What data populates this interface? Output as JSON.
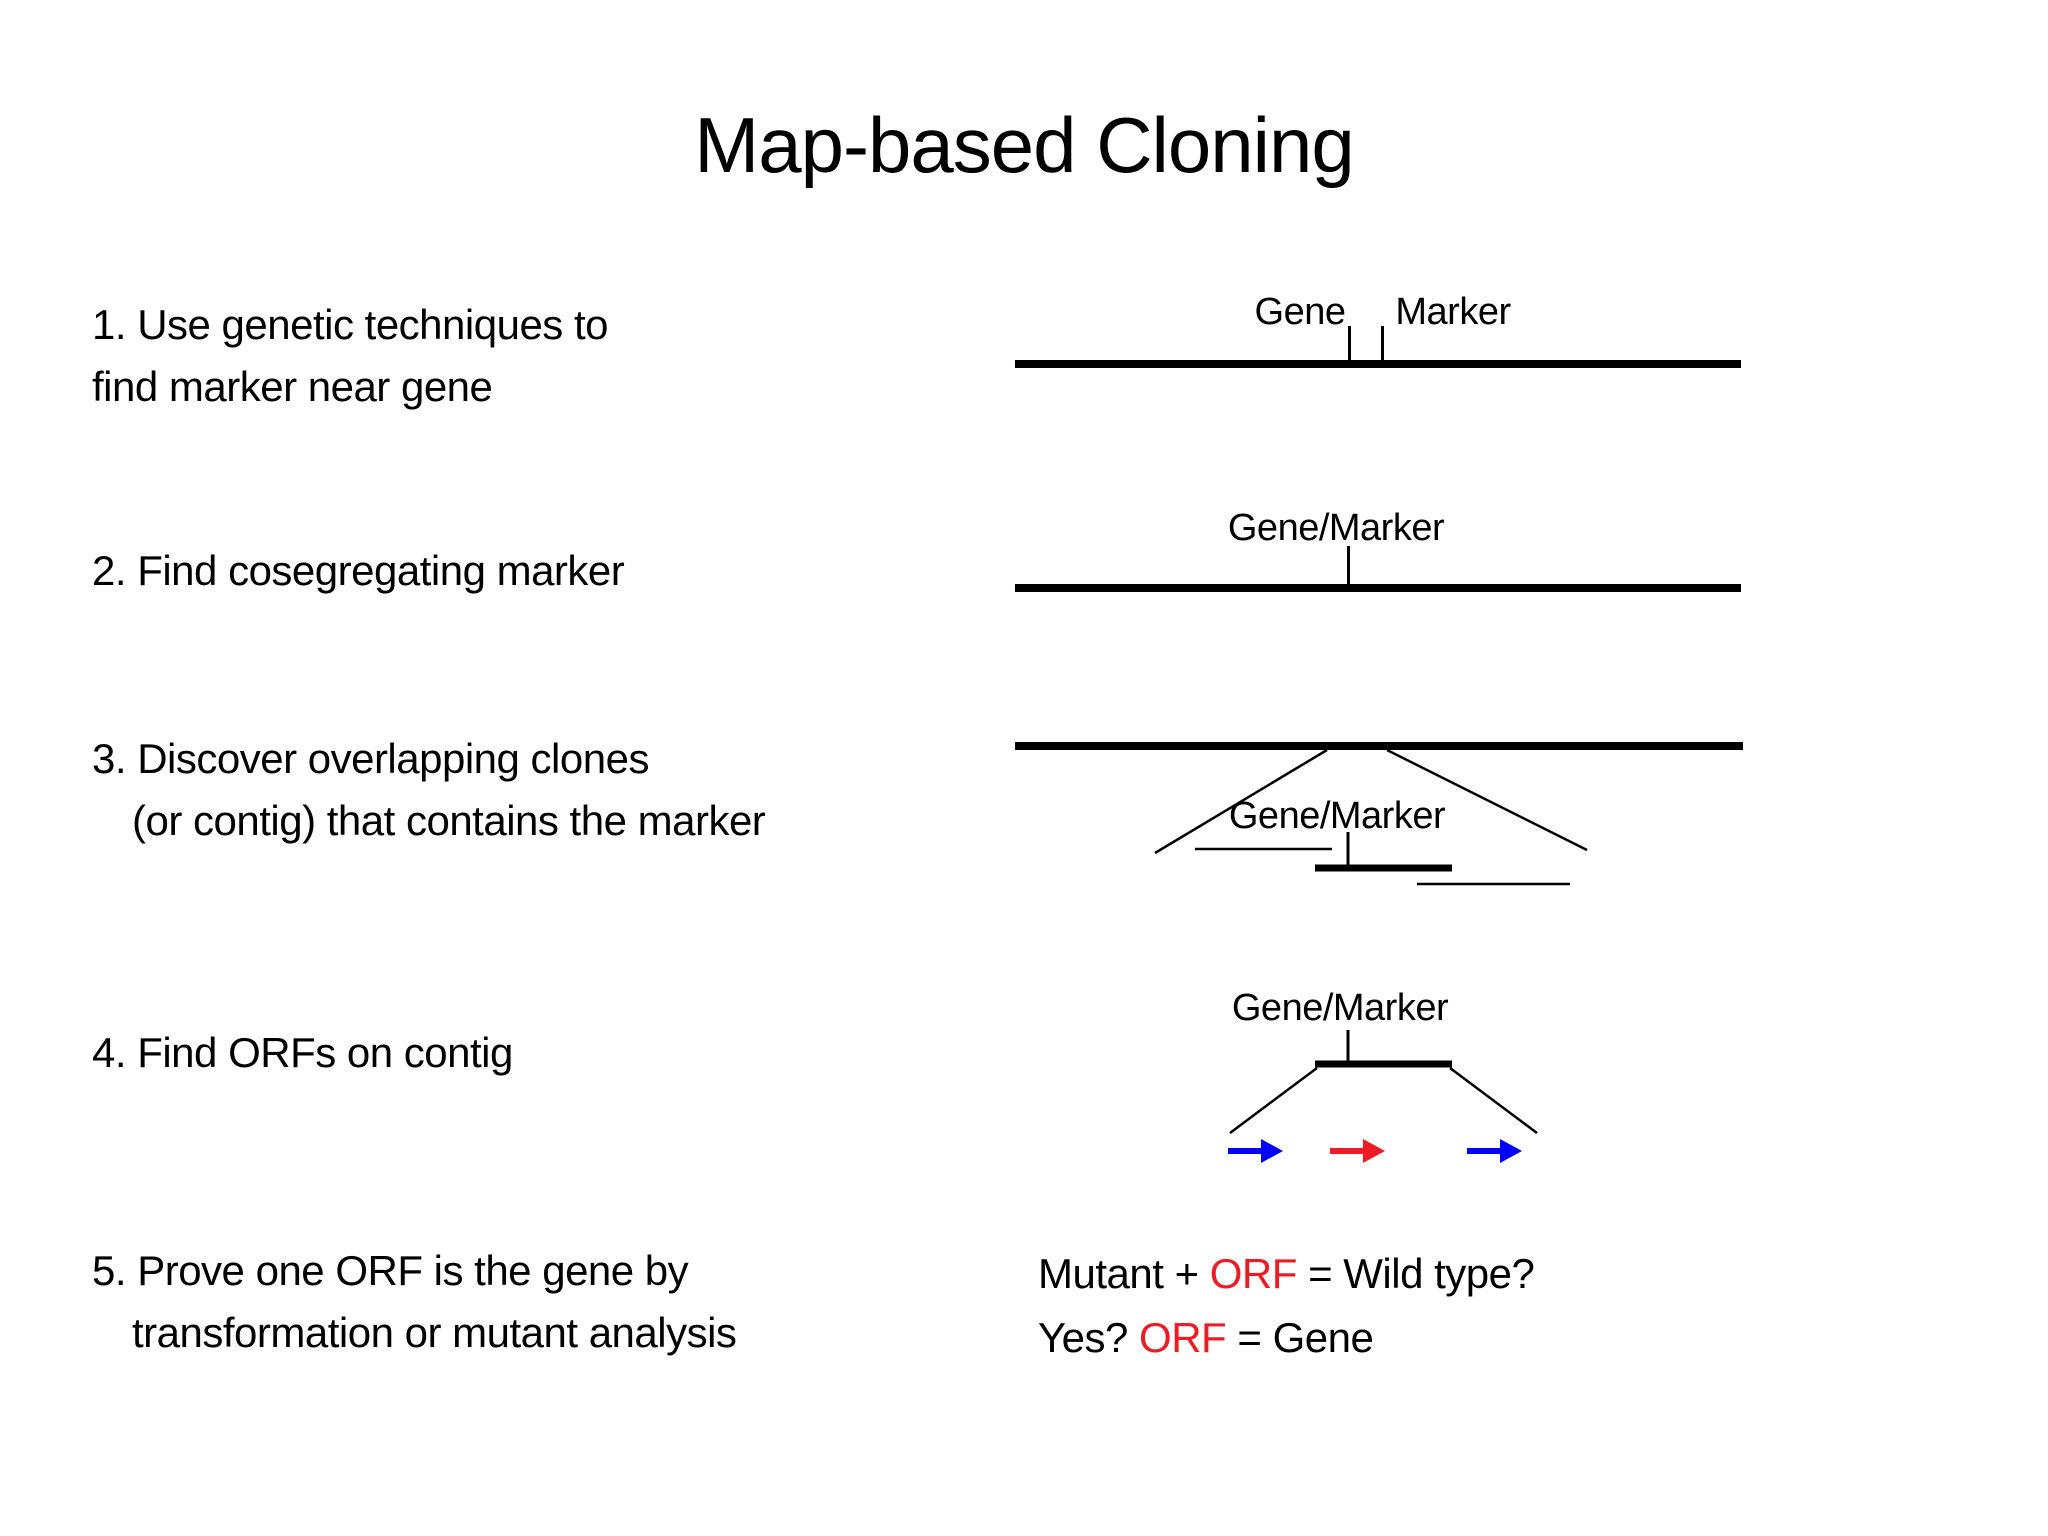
{
  "slide": {
    "title": "Map-based Cloning"
  },
  "colors": {
    "text": "#000000",
    "red": "#ed1c24",
    "blue": "#0000ff"
  },
  "steps": [
    {
      "lines": [
        "1. Use genetic techniques to",
        "find marker near gene"
      ]
    },
    {
      "lines": [
        "2. Find cosegregating marker"
      ]
    },
    {
      "lines": [
        "3. Discover overlapping clones",
        "(or contig) that contains the marker"
      ]
    },
    {
      "lines": [
        "4. Find ORFs on contig"
      ]
    },
    {
      "lines": [
        "5. Prove one ORF is the gene by",
        "transformation or mutant analysis"
      ]
    }
  ],
  "diagrams": {
    "step1": {
      "gene_label": "Gene",
      "marker_label": "Marker"
    },
    "step2": {
      "label": "Gene/Marker"
    },
    "step3": {
      "label": "Gene/Marker"
    },
    "step4": {
      "label": "Gene/Marker",
      "orf_arrows": [
        "blue",
        "red",
        "blue"
      ]
    }
  },
  "conclusion": {
    "line1": {
      "pre": "Mutant + ",
      "orf": "ORF",
      "post": " = Wild type?"
    },
    "line2": {
      "pre": "Yes? ",
      "orf": "ORF",
      "post": " = Gene"
    }
  }
}
